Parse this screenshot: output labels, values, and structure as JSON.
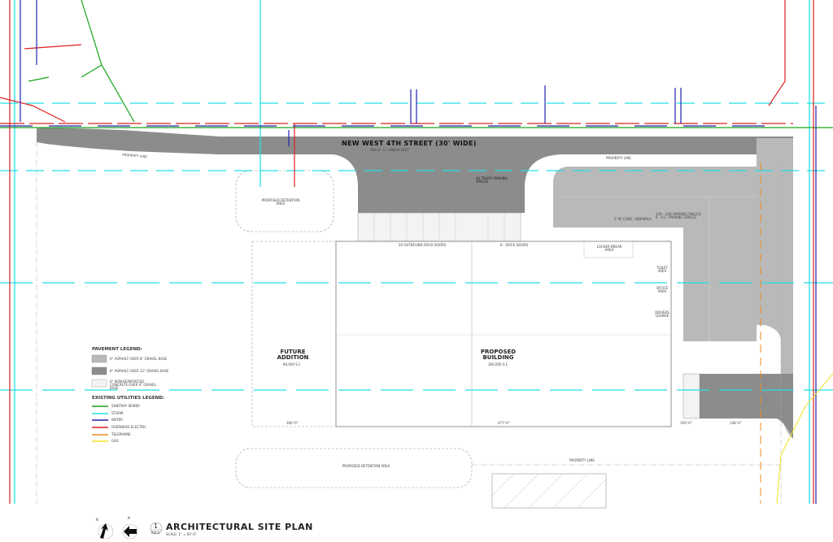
{
  "street": {
    "name": "NEW WEST 4TH STREET (30' WIDE)",
    "sub": "900 LF +/- LINEAR FEET"
  },
  "labels": {
    "property_line": "PROPERTY LINE",
    "detention_top": "PROPOSED DETENTION AREA",
    "detention_bottom": "PROPOSED DETENTION AREA",
    "outbound_doors": "20 OUTBOUND DOCK DOORS",
    "inbound_doors": "8 - DOCK DOORS",
    "truck_parking": "40 TRUCK PARKING SPACES",
    "conc_sidewalk": "5' W. CONC. SIDEWALK",
    "car_parking": "140 - CAR PARKING SPACES, 6 - H.C. PARKING SPACES",
    "locker_break": "LOCKER BREAK AREA",
    "restrooms": "TOILET AREA",
    "office": "OFFICE AREA",
    "drivers": "DRIVERS LOUNGE",
    "future_addition": "FUTURE ADDITION",
    "future_area": "80,000 S.F.",
    "proposed_building": "PROPOSED BUILDING",
    "proposed_area": "300,000 S.F.",
    "dim_left": "180'-0\"",
    "dim_mid": "477'-0\"",
    "dim_right1": "100'-0\"",
    "dim_right2": "148'-0\""
  },
  "pavement_legend": {
    "title": "PAVEMENT LEGEND:",
    "items": [
      {
        "label": "6\" ASPHALT OVER 8\" GRAVEL BASE",
        "color": "#b9b9b9"
      },
      {
        "label": "8\" ASPHALT OVER 12\" GRAVEL BASE",
        "color": "#8c8c8c"
      },
      {
        "label": "6\" NON-REINFORCED CONCRETE OVER 4\" GRAVEL BASE",
        "color": "#f2f2f2"
      }
    ]
  },
  "utilities_legend": {
    "title": "EXISTING UTILITIES LEGEND:",
    "items": [
      {
        "label": "SANITARY SEWER",
        "color": "#1aa31a"
      },
      {
        "label": "STORM",
        "color": "#22e0e6"
      },
      {
        "label": "WATER",
        "color": "#2020b0"
      },
      {
        "label": "OVERHEAD ELECTRIC",
        "color": "#e02020"
      },
      {
        "label": "TELEPHONE",
        "color": "#f08a1a"
      },
      {
        "label": "GAS",
        "color": "#f0e020"
      }
    ]
  },
  "title_block": {
    "number": "1",
    "sheet": "A001",
    "title": "ARCHITECTURAL SITE PLAN",
    "scale": "SCALE: 1\" = 60'-0\"",
    "north1": "N",
    "north2": "N"
  }
}
